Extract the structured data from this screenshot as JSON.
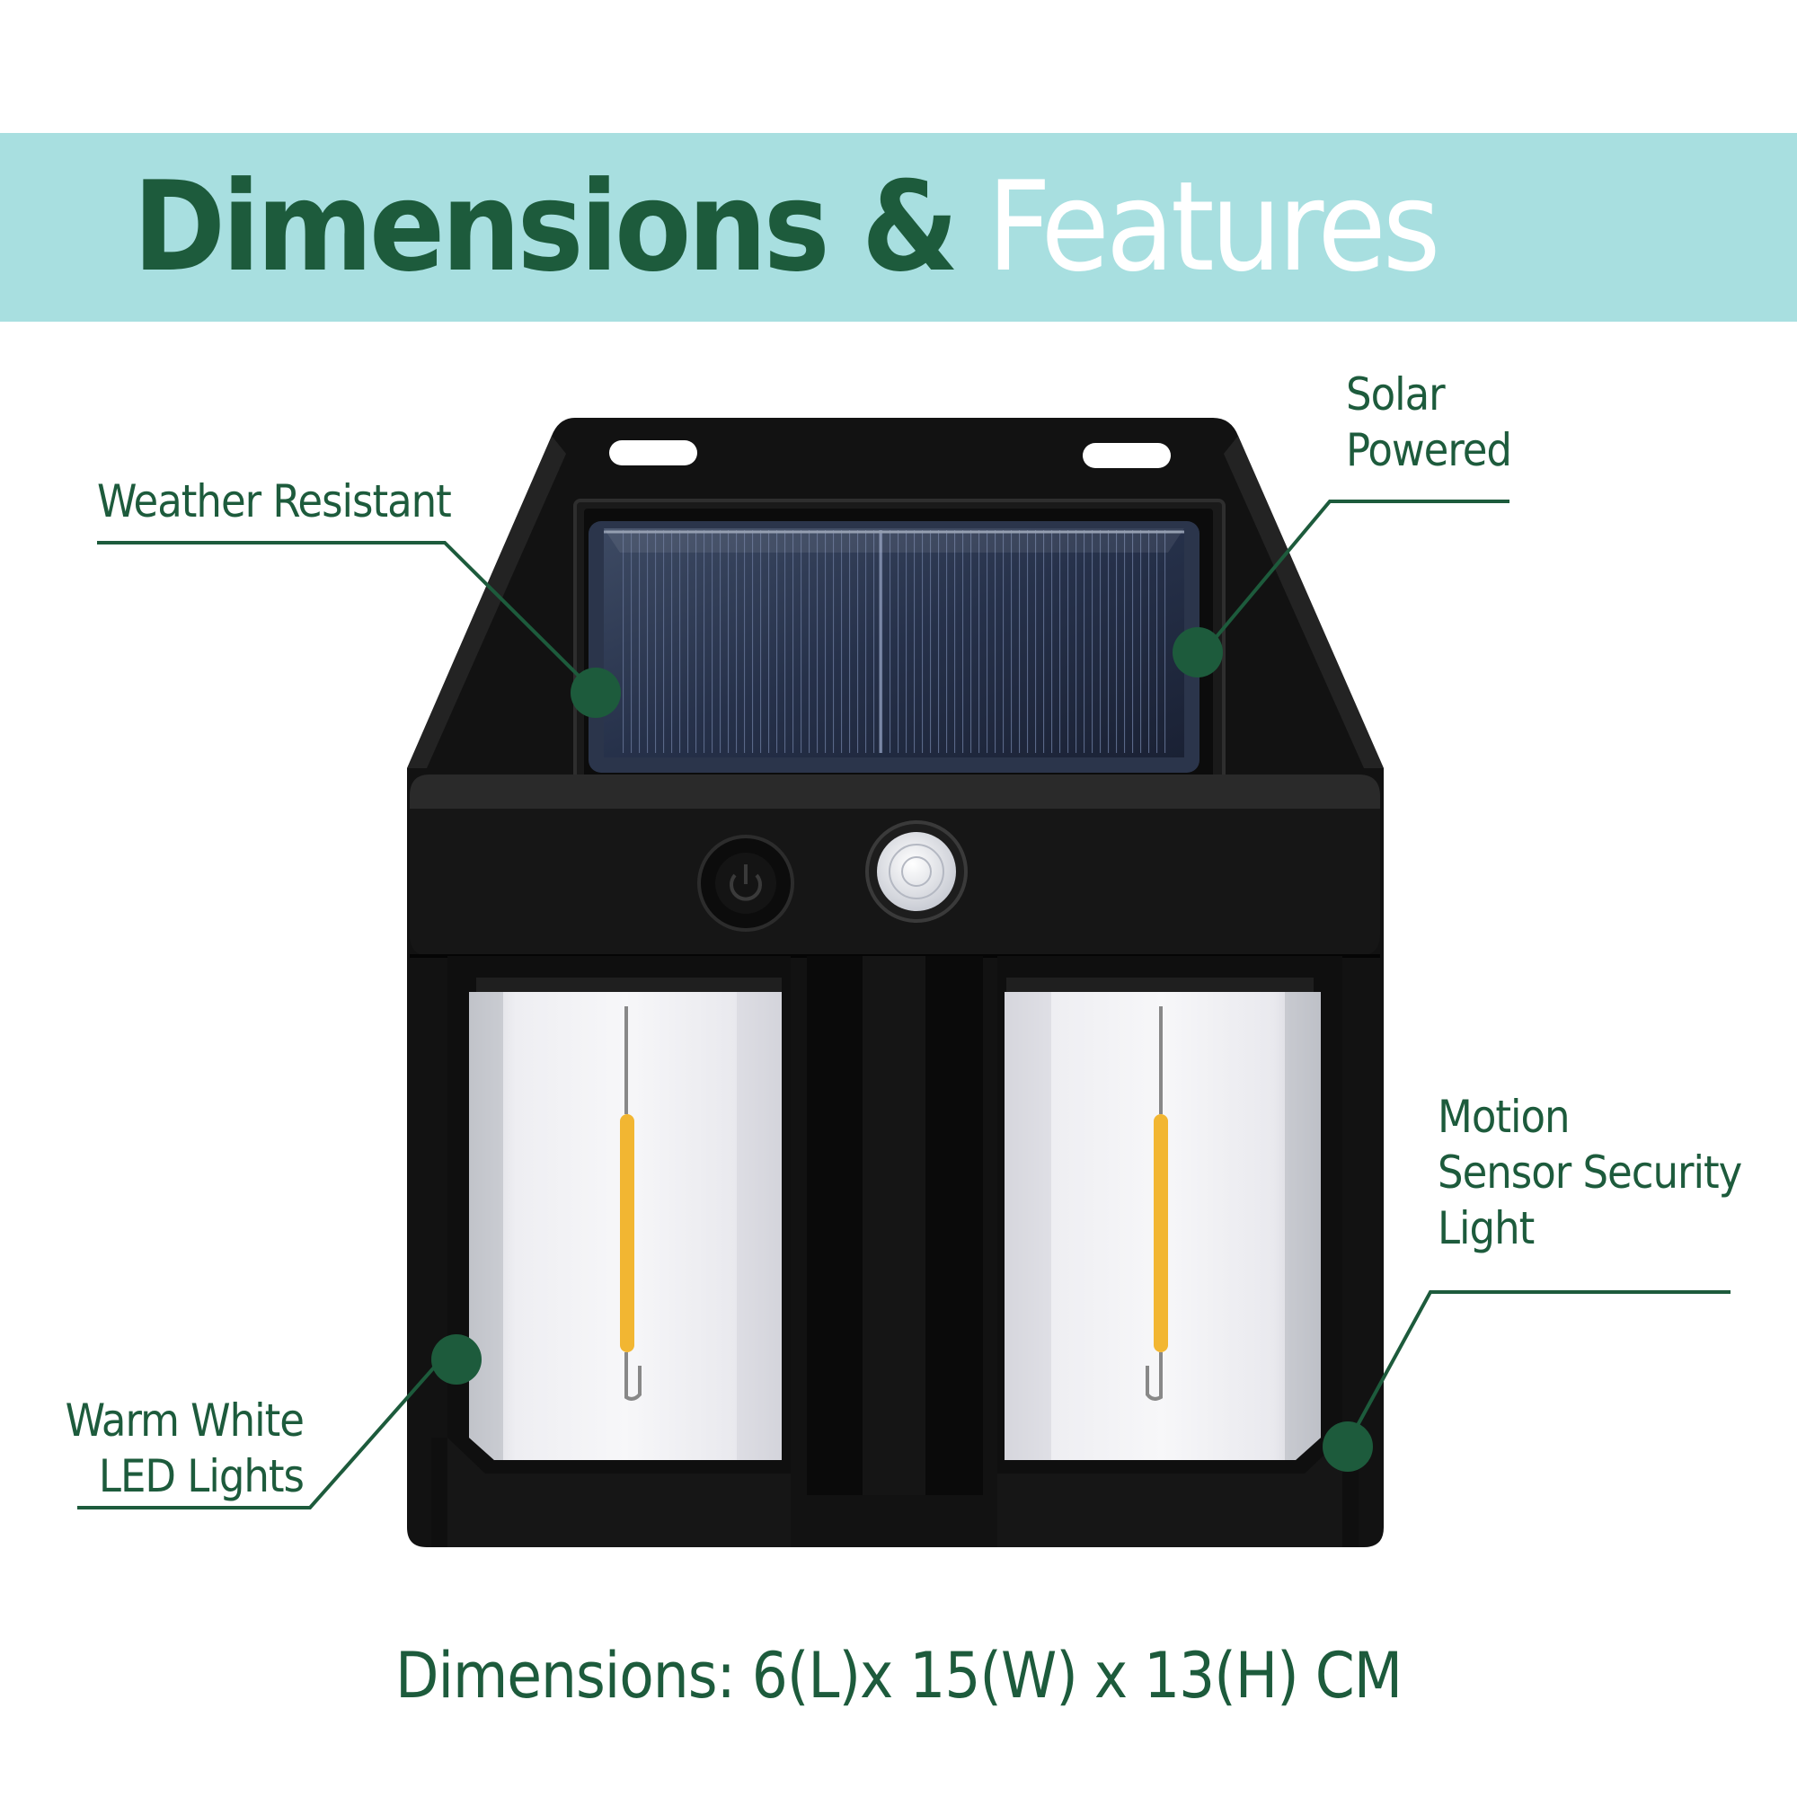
{
  "header": {
    "title_bold": "Dimensions &",
    "title_light": "Features"
  },
  "features": {
    "weather": "Weather Resistant",
    "solar_line1": "Solar",
    "solar_line2": "Powered",
    "motion_line1": "Motion",
    "motion_line2": "Sensor Security",
    "motion_line3": "Light",
    "warm_line1": "Warm White",
    "warm_line2": "LED Lights"
  },
  "footer": {
    "dimensions": "Dimensions: 6(L)x 15(W) x 13(H) CM"
  },
  "colors": {
    "brand_green": "#1d5b3c",
    "banner": "#a8dfe0",
    "light_body": "#111111",
    "led_filament": "#f2b632"
  }
}
